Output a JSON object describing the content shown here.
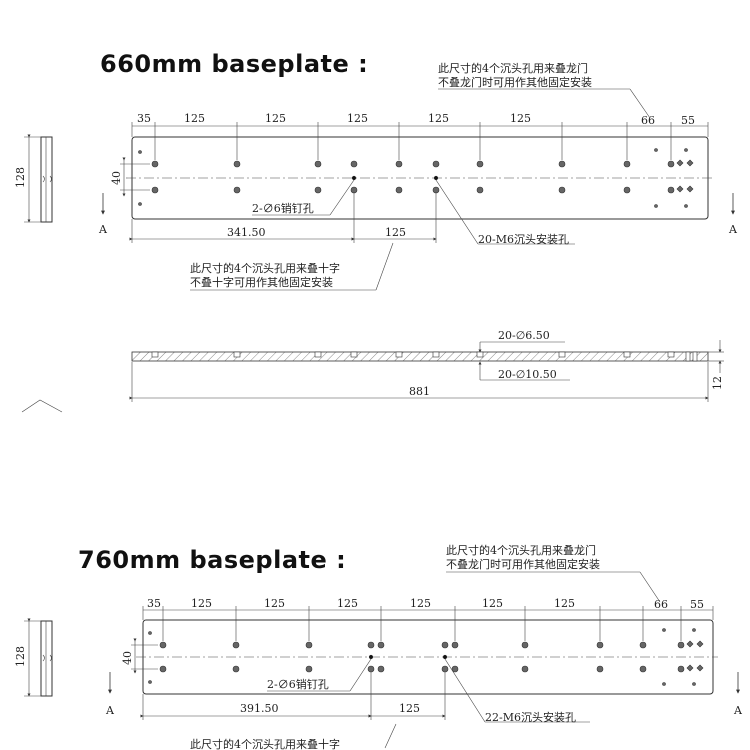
{
  "drawings": [
    {
      "title": "660mm baseplate :",
      "top_dims": [
        "35",
        "125",
        "125",
        "125",
        "125",
        "125"
      ],
      "right_dims": [
        "66",
        "55"
      ],
      "height_dim": "40",
      "side_dim": "128",
      "pin_label": "2-∅6销钉孔",
      "dim_left": "341.50",
      "dim_mid": "125",
      "counter_label": "20-M6沉头安装孔",
      "note_top": [
        "此尺寸的4个沉头孔用来叠龙门",
        "不叠龙门时可用作其他固定安装"
      ],
      "note_bottom": [
        "此尺寸的4个沉头孔用来叠十字",
        "不叠十字可用作其他固定安装"
      ],
      "section_label": "A",
      "hole_small": "20-∅6.50",
      "hole_large": "20-∅10.50",
      "length": "881",
      "thickness": "12"
    },
    {
      "title": "760mm baseplate :",
      "top_dims": [
        "35",
        "125",
        "125",
        "125",
        "125",
        "125",
        "125"
      ],
      "right_dims": [
        "66",
        "55"
      ],
      "height_dim": "40",
      "side_dim": "128",
      "pin_label": "2-∅6销钉孔",
      "dim_left": "391.50",
      "dim_mid": "125",
      "counter_label": "22-M6沉头安装孔",
      "note_top": [
        "此尺寸的4个沉头孔用来叠龙门",
        "不叠龙门时可用作其他固定安装"
      ],
      "note_bottom": [
        "此尺寸的4个沉头孔用来叠十字"
      ],
      "section_label": "A"
    }
  ]
}
